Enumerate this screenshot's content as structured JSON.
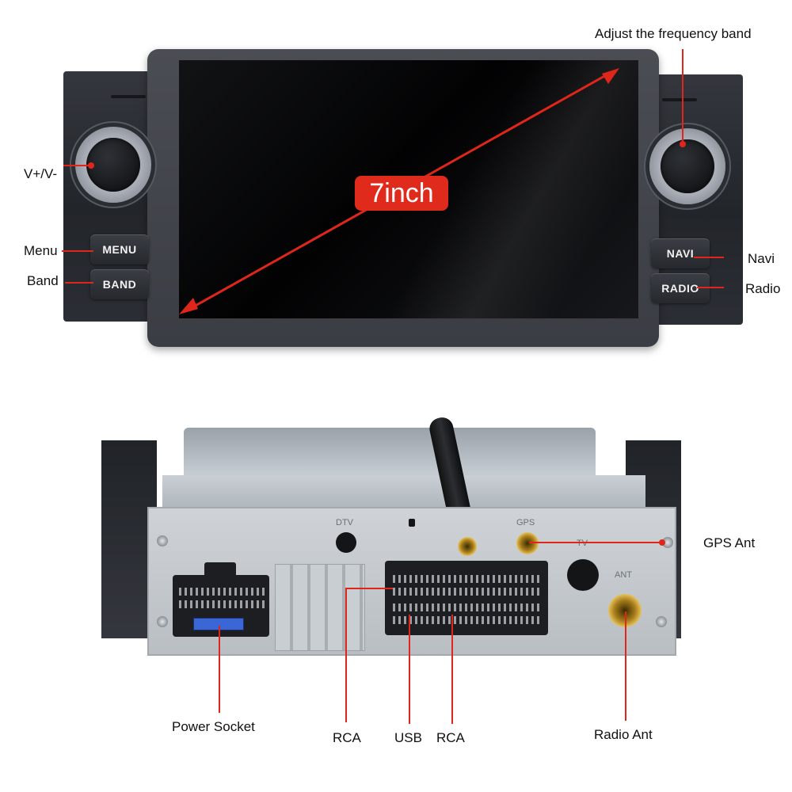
{
  "front": {
    "screen_size_label": "7inch",
    "buttons": {
      "menu": "MENU",
      "band": "BAND",
      "navi": "NAVI",
      "radio": "RADIO"
    }
  },
  "callouts": {
    "volume": "V+/V-",
    "frequency": "Adjust the frequency band",
    "menu": "Menu",
    "band": "Band",
    "navi": "Navi",
    "radio": "Radio",
    "gps_ant": "GPS Ant",
    "power_socket": "Power Socket",
    "rca_left": "RCA",
    "usb": "USB",
    "rca_right": "RCA",
    "radio_ant": "Radio Ant"
  },
  "back": {
    "silkscreen": {
      "dtv": "DTV",
      "gps": "GPS",
      "tv": "TV",
      "ant": "ANT"
    }
  },
  "colors": {
    "accent": "#e0261a",
    "bezel": "#3a3d43",
    "chassis": "#c4cbd1"
  }
}
